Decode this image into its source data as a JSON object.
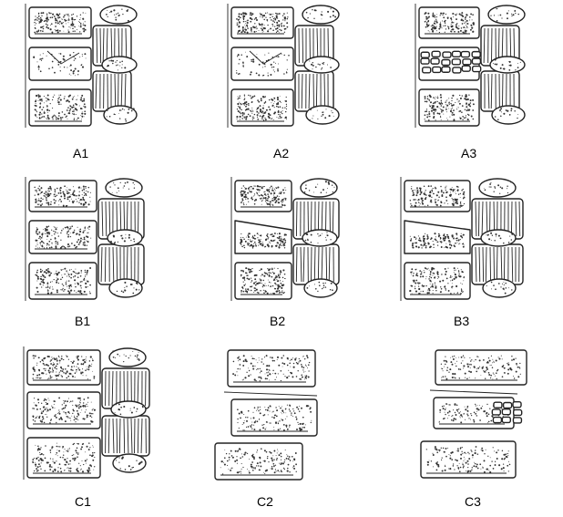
{
  "colors": {
    "ink": "#222222",
    "background": "#ffffff"
  },
  "figure": {
    "panels": [
      {
        "label": "A1",
        "variant": "a1"
      },
      {
        "label": "A2",
        "variant": "a2"
      },
      {
        "label": "A3",
        "variant": "a3"
      },
      {
        "label": "B1",
        "variant": "b1"
      },
      {
        "label": "B2",
        "variant": "b2"
      },
      {
        "label": "B3",
        "variant": "b3"
      },
      {
        "label": "C1",
        "variant": "c1"
      },
      {
        "label": "C2",
        "variant": "c2"
      },
      {
        "label": "C3",
        "variant": "c3"
      }
    ]
  }
}
